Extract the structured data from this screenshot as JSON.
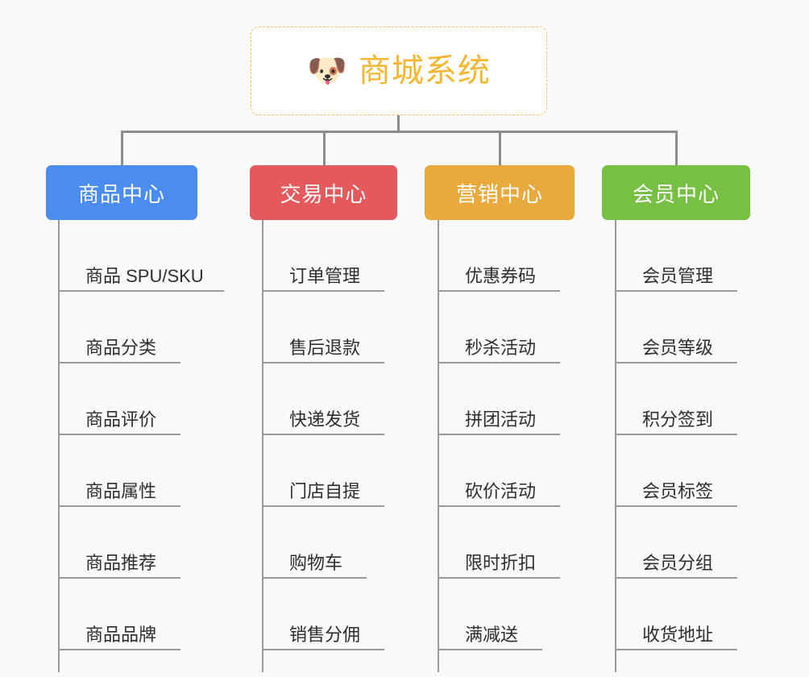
{
  "background_color": "#f9f9f9",
  "connector_color": "#8c8c8c",
  "root": {
    "icon": "shiba-dog-emoji",
    "icon_glyph": "🐶",
    "title": "商城系统",
    "border_color": "#f0c060",
    "text_color": "#f5b731",
    "fill_color": "#ffffff"
  },
  "columns": [
    {
      "id": "product-center",
      "label": "商品中心",
      "color": "#4a8cf0",
      "items": [
        "商品 SPU/SKU",
        "商品分类",
        "商品评价",
        "商品属性",
        "商品推荐",
        "商品品牌"
      ]
    },
    {
      "id": "trade-center",
      "label": "交易中心",
      "color": "#e4595b",
      "items": [
        "订单管理",
        "售后退款",
        "快递发货",
        "门店自提",
        "购物车",
        "销售分佣"
      ]
    },
    {
      "id": "marketing-center",
      "label": "营销中心",
      "color": "#eaa93c",
      "items": [
        "优惠券码",
        "秒杀活动",
        "拼团活动",
        "砍价活动",
        "限时折扣",
        "满减送"
      ]
    },
    {
      "id": "member-center",
      "label": "会员中心",
      "color": "#76c044",
      "items": [
        "会员管理",
        "会员等级",
        "积分签到",
        "会员标签",
        "会员分组",
        "收货地址"
      ]
    }
  ]
}
